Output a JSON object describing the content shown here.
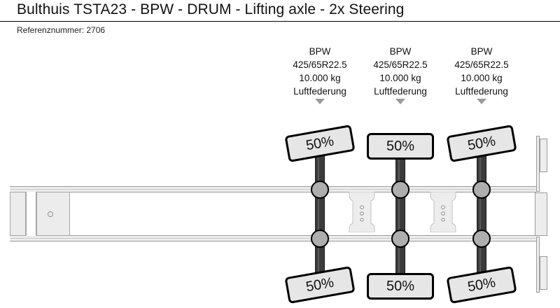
{
  "header": {
    "title": "Bulthuis TSTA23 - BPW - DRUM - Lifting axle - 2x Steering",
    "reference_label": "Referenznummer: 2706"
  },
  "diagram": {
    "name": "semi-trailer-side-view",
    "colors": {
      "chassis_fill": "#ededed",
      "chassis_stroke": "#9b9b9b",
      "axle_dark": "#3b3b3b",
      "hub_fill": "#aeaeae",
      "label_fill": "#e6e6e6",
      "label_stroke": "#000000",
      "arrow_gray": "#9a9a9a"
    },
    "axles": [
      {
        "id": "axle-1",
        "brand": "BPW",
        "tyre_size": "425/65R22.5",
        "capacity": "10.000 kg",
        "suspension": "Luftfederung",
        "arrow": "down-arrow-icon",
        "tread_top": "50%",
        "tread_bottom": "50%"
      },
      {
        "id": "axle-2",
        "brand": "BPW",
        "tyre_size": "425/65R22.5",
        "capacity": "10.000 kg",
        "suspension": "Luftfederung",
        "arrow": "down-arrow-icon",
        "tread_top": "50%",
        "tread_bottom": "50%"
      },
      {
        "id": "axle-3",
        "brand": "BPW",
        "tyre_size": "425/65R22.5",
        "capacity": "10.000 kg",
        "suspension": "Luftfederung",
        "arrow": "down-arrow-icon",
        "tread_top": "50%",
        "tread_bottom": "50%"
      }
    ]
  }
}
